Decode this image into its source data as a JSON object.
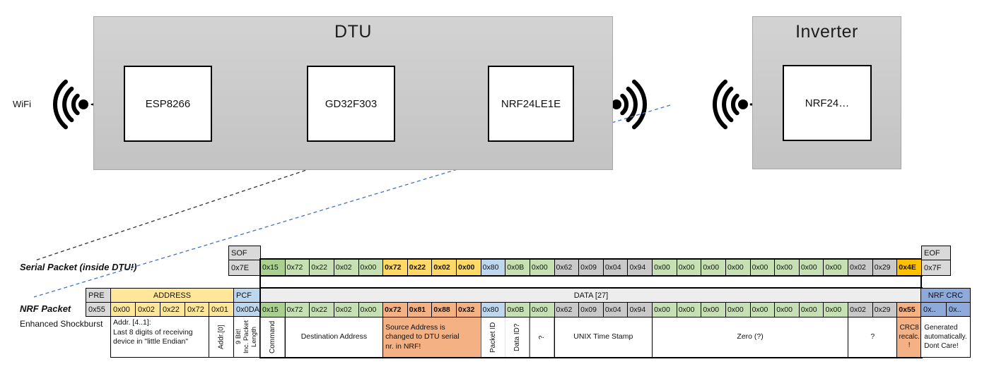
{
  "diagram": {
    "wifi_label": "WiFi",
    "dtu_title": "DTU",
    "inverter_title": "Inverter",
    "chips": {
      "esp": "ESP8266",
      "gd": "GD32F303",
      "nrf_dtu": "NRF24LE1E",
      "nrf_inverter": "NRF24…"
    },
    "colors": {
      "orange_arrow": "#ED7D31",
      "green_arrow": "#70AD47",
      "blue_dashed_link": "#4472C4",
      "black_dashed_link": "#333333"
    }
  },
  "serial": {
    "label": "Serial Packet (inside DTU!)",
    "sof_header": "SOF",
    "sof_value": "0x7E",
    "eof_header": "EOF",
    "eof_value": "0x7F",
    "bytes": [
      {
        "v": "0x15",
        "c": "gdk"
      },
      {
        "v": "0x72",
        "c": "glt"
      },
      {
        "v": "0x22",
        "c": "glt"
      },
      {
        "v": "0x02",
        "c": "glt"
      },
      {
        "v": "0x00",
        "c": "glt"
      },
      {
        "v": "0x72",
        "c": "yel"
      },
      {
        "v": "0x22",
        "c": "yel"
      },
      {
        "v": "0x02",
        "c": "yel"
      },
      {
        "v": "0x00",
        "c": "yel"
      },
      {
        "v": "0x80",
        "c": "blu"
      },
      {
        "v": "0x0B",
        "c": "glt"
      },
      {
        "v": "0x00",
        "c": "glt"
      },
      {
        "v": "0x62",
        "c": "gry"
      },
      {
        "v": "0x09",
        "c": "gry"
      },
      {
        "v": "0x04",
        "c": "gry"
      },
      {
        "v": "0x94",
        "c": "gry"
      },
      {
        "v": "0x00",
        "c": "glt"
      },
      {
        "v": "0x00",
        "c": "glt"
      },
      {
        "v": "0x00",
        "c": "glt"
      },
      {
        "v": "0x00",
        "c": "glt"
      },
      {
        "v": "0x00",
        "c": "glt"
      },
      {
        "v": "0x00",
        "c": "glt"
      },
      {
        "v": "0x00",
        "c": "glt"
      },
      {
        "v": "0x00",
        "c": "glt"
      },
      {
        "v": "0x02",
        "c": "gry"
      },
      {
        "v": "0x29",
        "c": "gry"
      },
      {
        "v": "0x4E",
        "c": "gold"
      }
    ]
  },
  "nrf": {
    "label": "NRF Packet",
    "sublabel": "Enhanced Shockburst",
    "pre_header": "PRE",
    "pre_value": "0x55",
    "address_header": "ADDRESS",
    "address_values": [
      "0x00",
      "0x02",
      "0x22",
      "0x72",
      "0x01"
    ],
    "pcf_header": "PCF",
    "pcf_value": "0x0DA",
    "data_header": "DATA [27]",
    "crc_header": "NRF CRC",
    "crc_values": [
      "0x..",
      "0x.."
    ],
    "bytes": [
      {
        "v": "0x15",
        "c": "gdk"
      },
      {
        "v": "0x72",
        "c": "glt"
      },
      {
        "v": "0x22",
        "c": "glt"
      },
      {
        "v": "0x02",
        "c": "glt"
      },
      {
        "v": "0x00",
        "c": "glt"
      },
      {
        "v": "0x72",
        "c": "org"
      },
      {
        "v": "0x81",
        "c": "org"
      },
      {
        "v": "0x88",
        "c": "org"
      },
      {
        "v": "0x32",
        "c": "org"
      },
      {
        "v": "0x80",
        "c": "blu"
      },
      {
        "v": "0x0B",
        "c": "glt"
      },
      {
        "v": "0x00",
        "c": "glt"
      },
      {
        "v": "0x62",
        "c": "gry"
      },
      {
        "v": "0x09",
        "c": "gry"
      },
      {
        "v": "0x04",
        "c": "gry"
      },
      {
        "v": "0x94",
        "c": "gry"
      },
      {
        "v": "0x00",
        "c": "glt"
      },
      {
        "v": "0x00",
        "c": "glt"
      },
      {
        "v": "0x00",
        "c": "glt"
      },
      {
        "v": "0x00",
        "c": "glt"
      },
      {
        "v": "0x00",
        "c": "glt"
      },
      {
        "v": "0x00",
        "c": "glt"
      },
      {
        "v": "0x00",
        "c": "glt"
      },
      {
        "v": "0x00",
        "c": "glt"
      },
      {
        "v": "0x02",
        "c": "gry"
      },
      {
        "v": "0x29",
        "c": "gry"
      },
      {
        "v": "0x55",
        "c": "org"
      }
    ]
  },
  "annotations": {
    "addr41": "Addr. [4..1]:\nLast 8 digits of receiving\ndevice in \"little Endian\"",
    "addr0": "Addr.[0]",
    "pcf_note": "9 Bit!\nInc. Packet\nLength",
    "command": "Command",
    "dest": "Destination Address",
    "source": "Source Address is\nchanged to DTU serial\nnr. in NRF!",
    "packet_id": "Packet ID",
    "data_id": "Data ID?",
    "q1": "?",
    "unix": "UNIX Time Stamp",
    "zero": "Zero (?)",
    "q2": "?",
    "crc8": "CRC8\nrecalc.\n!",
    "generated": "Generated\nautomatically.\nDont Care!"
  }
}
